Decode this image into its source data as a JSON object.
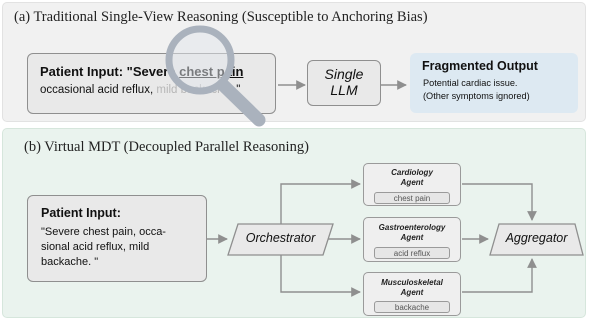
{
  "panel_a": {
    "title": "(a) Traditional Single-View Reasoning (Susceptible to Anchoring Bias)",
    "patient_input": {
      "label": "Patient Input:",
      "quote_open": "\"Severe",
      "highlight": "chest pain",
      "line2_start": "occasional acid reflux,",
      "faded": "mild backache",
      "quote_close": ". \""
    },
    "model": {
      "line1": "Single",
      "line2": "LLM"
    },
    "output": {
      "title": "Fragmented Output",
      "line1": "Potential cardiac issue.",
      "line2": "(Other symptoms ignored)"
    },
    "colors": {
      "output_bg": "#dde9f2",
      "magnifier": "#aab2bd"
    }
  },
  "panel_b": {
    "title": "(b) Virtual MDT (Decoupled Parallel Reasoning)",
    "patient_input": {
      "label": "Patient Input:",
      "lines": [
        "\"Severe chest pain, occa-",
        "sional acid reflux, mild",
        "backache. \""
      ]
    },
    "orchestrator": "Orchestrator",
    "aggregator": "Aggregator",
    "agents": [
      {
        "name_lines": [
          "Cardiology",
          "Agent"
        ],
        "symptom": "chest pain"
      },
      {
        "name_lines": [
          "Gastroenterology",
          "Agent"
        ],
        "symptom": "acid reflux"
      },
      {
        "name_lines": [
          "Musculoskeletal",
          "Agent"
        ],
        "symptom": "backache"
      }
    ],
    "colors": {
      "panel_bg": "#eaf3ee"
    }
  }
}
